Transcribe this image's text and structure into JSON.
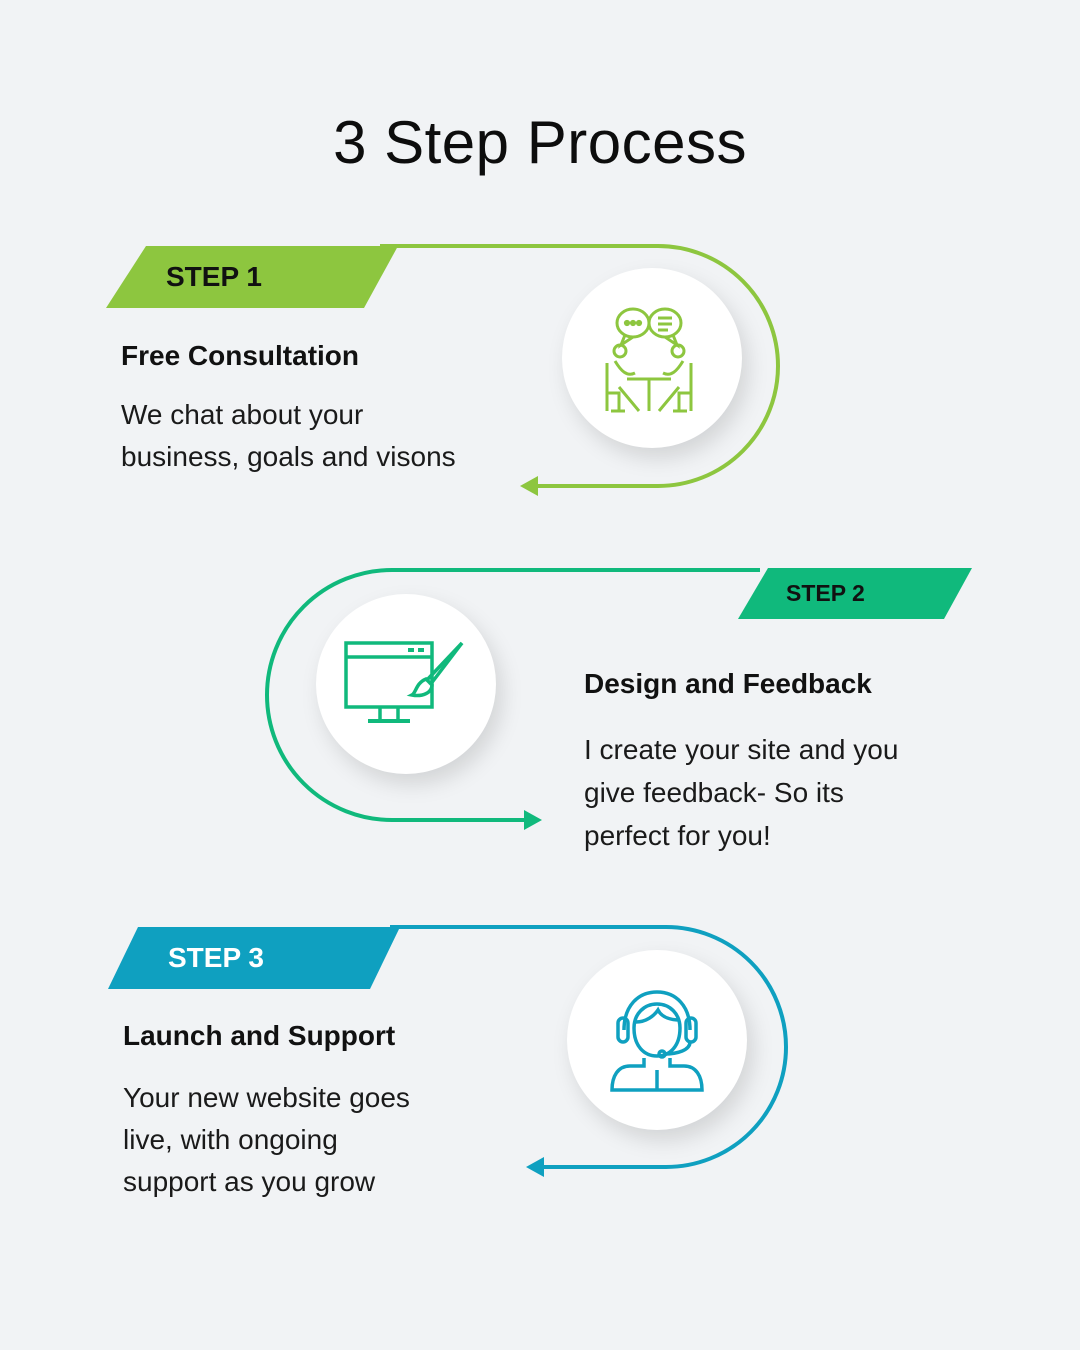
{
  "title": "3 Step Process",
  "colors": {
    "background": "#f1f3f5",
    "step1": "#8dc63f",
    "step2": "#10b97c",
    "step3": "#0fa0c0"
  },
  "steps": [
    {
      "badge": "STEP 1",
      "heading": "Free Consultation",
      "description_lines": [
        "We chat about your",
        "business, goals and visons"
      ],
      "icon": "consultation-meeting-icon"
    },
    {
      "badge": "STEP 2",
      "heading": "Design and Feedback",
      "description_lines": [
        "I create your site and you",
        "give feedback- So its",
        "perfect for you!"
      ],
      "icon": "web-design-monitor-brush-icon"
    },
    {
      "badge": "STEP 3",
      "heading": "Launch and Support",
      "description_lines": [
        "Your new website goes",
        "live, with ongoing",
        "support as you grow"
      ],
      "icon": "customer-support-headset-icon"
    }
  ]
}
